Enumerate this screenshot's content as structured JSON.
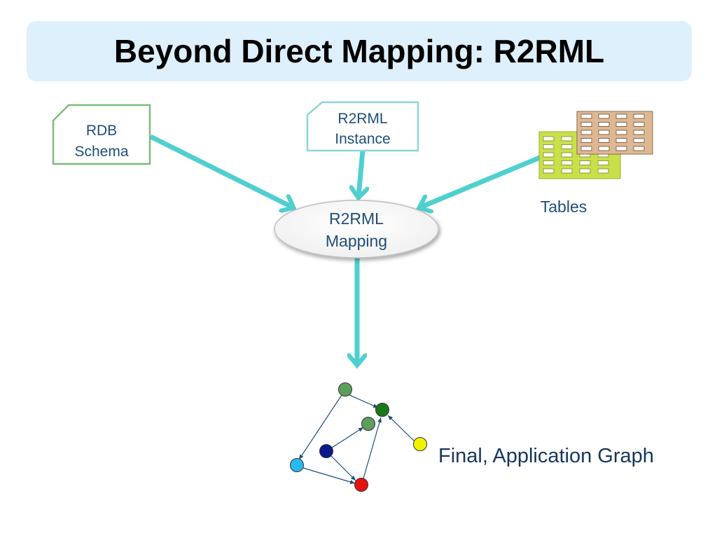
{
  "title": "Beyond Direct Mapping: R2RML",
  "nodes": {
    "rdb_schema": {
      "line1": "RDB",
      "line2": "Schema"
    },
    "r2rml_instance": {
      "line1": "R2RML",
      "line2": "Instance"
    },
    "r2rml_mapping": {
      "line1": "R2RML",
      "line2": "Mapping"
    },
    "tables": {
      "label": "Tables"
    },
    "final_graph": {
      "label": "Final, Application Graph"
    }
  },
  "colors": {
    "arrow": "#4fcfd0",
    "title_bg": "#ddf0fb",
    "label_text": "#1f4e79",
    "final_graph_text": "#17365d",
    "rdb_border": "#7dbb7a",
    "instance_border": "#8ed6d8",
    "table_front": "#c9e04a",
    "table_back": "#deb892"
  }
}
